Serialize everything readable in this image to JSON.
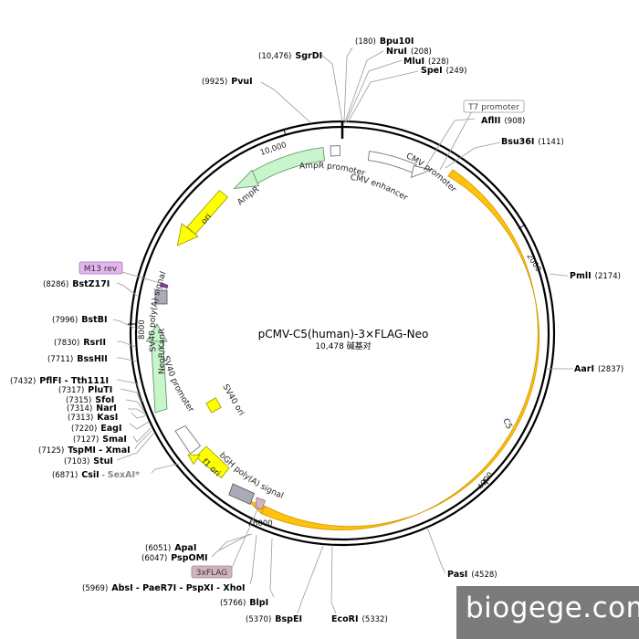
{
  "plasmid": {
    "name": "pCMV-C5(human)-3×FLAG-Neo",
    "length_label": "10,478 碱基对",
    "total_bp": 10478
  },
  "ticks": [
    {
      "bp": 2000,
      "label": "2000"
    },
    {
      "bp": 4000,
      "label": "4000"
    },
    {
      "bp": 6000,
      "label": "6000"
    },
    {
      "bp": 8000,
      "label": "8000"
    },
    {
      "bp": 10000,
      "label": "10,000"
    }
  ],
  "sites": [
    {
      "name": "Bpu10I",
      "pos": "(180)",
      "bp": 180
    },
    {
      "name": "SgrDI",
      "pos": "(10,476)",
      "bp": 10476
    },
    {
      "name": "NruI",
      "pos": "(208)",
      "bp": 208
    },
    {
      "name": "MluI",
      "pos": "(228)",
      "bp": 228
    },
    {
      "name": "SpeI",
      "pos": "(249)",
      "bp": 249
    },
    {
      "name": "PvuI",
      "pos": "(9925)",
      "bp": 9925
    },
    {
      "name": "AflII",
      "pos": "(908)",
      "bp": 908
    },
    {
      "name": "Bsu36I",
      "pos": "(1141)",
      "bp": 1141
    },
    {
      "name": "PmlI",
      "pos": "(2174)",
      "bp": 2174
    },
    {
      "name": "AarI",
      "pos": "(2837)",
      "bp": 2837
    },
    {
      "name": "PasI",
      "pos": "(4528)",
      "bp": 4528
    },
    {
      "name": "EcoRI",
      "pos": "(5332)",
      "bp": 5332
    },
    {
      "name": "BspEI",
      "pos": "(5370)",
      "bp": 5370
    },
    {
      "name": "BlpI",
      "pos": "(5766)",
      "bp": 5766
    },
    {
      "name": "AbsI - PaeR7I - PspXI - XhoI",
      "pos": "(5969)",
      "bp": 5969
    },
    {
      "name": "PspOMI",
      "pos": "(6047)",
      "bp": 6047
    },
    {
      "name": "ApaI",
      "pos": "(6051)",
      "bp": 6051
    },
    {
      "name": "CsiI",
      "extra": "SexAI*",
      "pos": "(6871)",
      "bp": 6871
    },
    {
      "name": "StuI",
      "pos": "(7103)",
      "bp": 7103
    },
    {
      "name": "TspMI - XmaI",
      "pos": "(7125)",
      "bp": 7125
    },
    {
      "name": "SmaI",
      "pos": "(7127)",
      "bp": 7127
    },
    {
      "name": "EagI",
      "pos": "(7220)",
      "bp": 7220
    },
    {
      "name": "KasI",
      "pos": "(7313)",
      "bp": 7313
    },
    {
      "name": "NarI",
      "pos": "(7314)",
      "bp": 7314
    },
    {
      "name": "SfoI",
      "pos": "(7315)",
      "bp": 7315
    },
    {
      "name": "PluTI",
      "pos": "(7317)",
      "bp": 7317
    },
    {
      "name": "PflFI - Tth111I",
      "pos": "(7432)",
      "bp": 7432
    },
    {
      "name": "BssHII",
      "pos": "(7711)",
      "bp": 7711
    },
    {
      "name": "RsrII",
      "pos": "(7830)",
      "bp": 7830
    },
    {
      "name": "BstBI",
      "pos": "(7996)",
      "bp": 7996
    },
    {
      "name": "BstZ17I",
      "pos": "(8286)",
      "bp": 8286
    }
  ],
  "primers": [
    {
      "label": "T7 promoter"
    },
    {
      "label": "M13 rev"
    },
    {
      "label": "3xFLAG"
    }
  ],
  "features": [
    {
      "label": "CMV enhancer"
    },
    {
      "label": "CMV promoter"
    },
    {
      "label": "C5"
    },
    {
      "label": "bGH poly(A) signal"
    },
    {
      "label": "f1 ori"
    },
    {
      "label": "SV40 promoter"
    },
    {
      "label": "SV40 ori"
    },
    {
      "label": "NeoR/KanR"
    },
    {
      "label": "SV40 poly(A) signal"
    },
    {
      "label": "ori"
    },
    {
      "label": "AmpR"
    },
    {
      "label": "AmpR promoter"
    }
  ],
  "colors": {
    "backbone": "#000000",
    "cds_orange": "#ffc20e",
    "ori_yellow": "#ffff00",
    "resistance_green": "#c8f5cc",
    "promoter_white": "#ffffff",
    "polya_gray": "#a9abb8",
    "primer_purple": "#e4b5ef",
    "flag_mauve": "#d4b3c1"
  },
  "watermark": "biogege.com"
}
